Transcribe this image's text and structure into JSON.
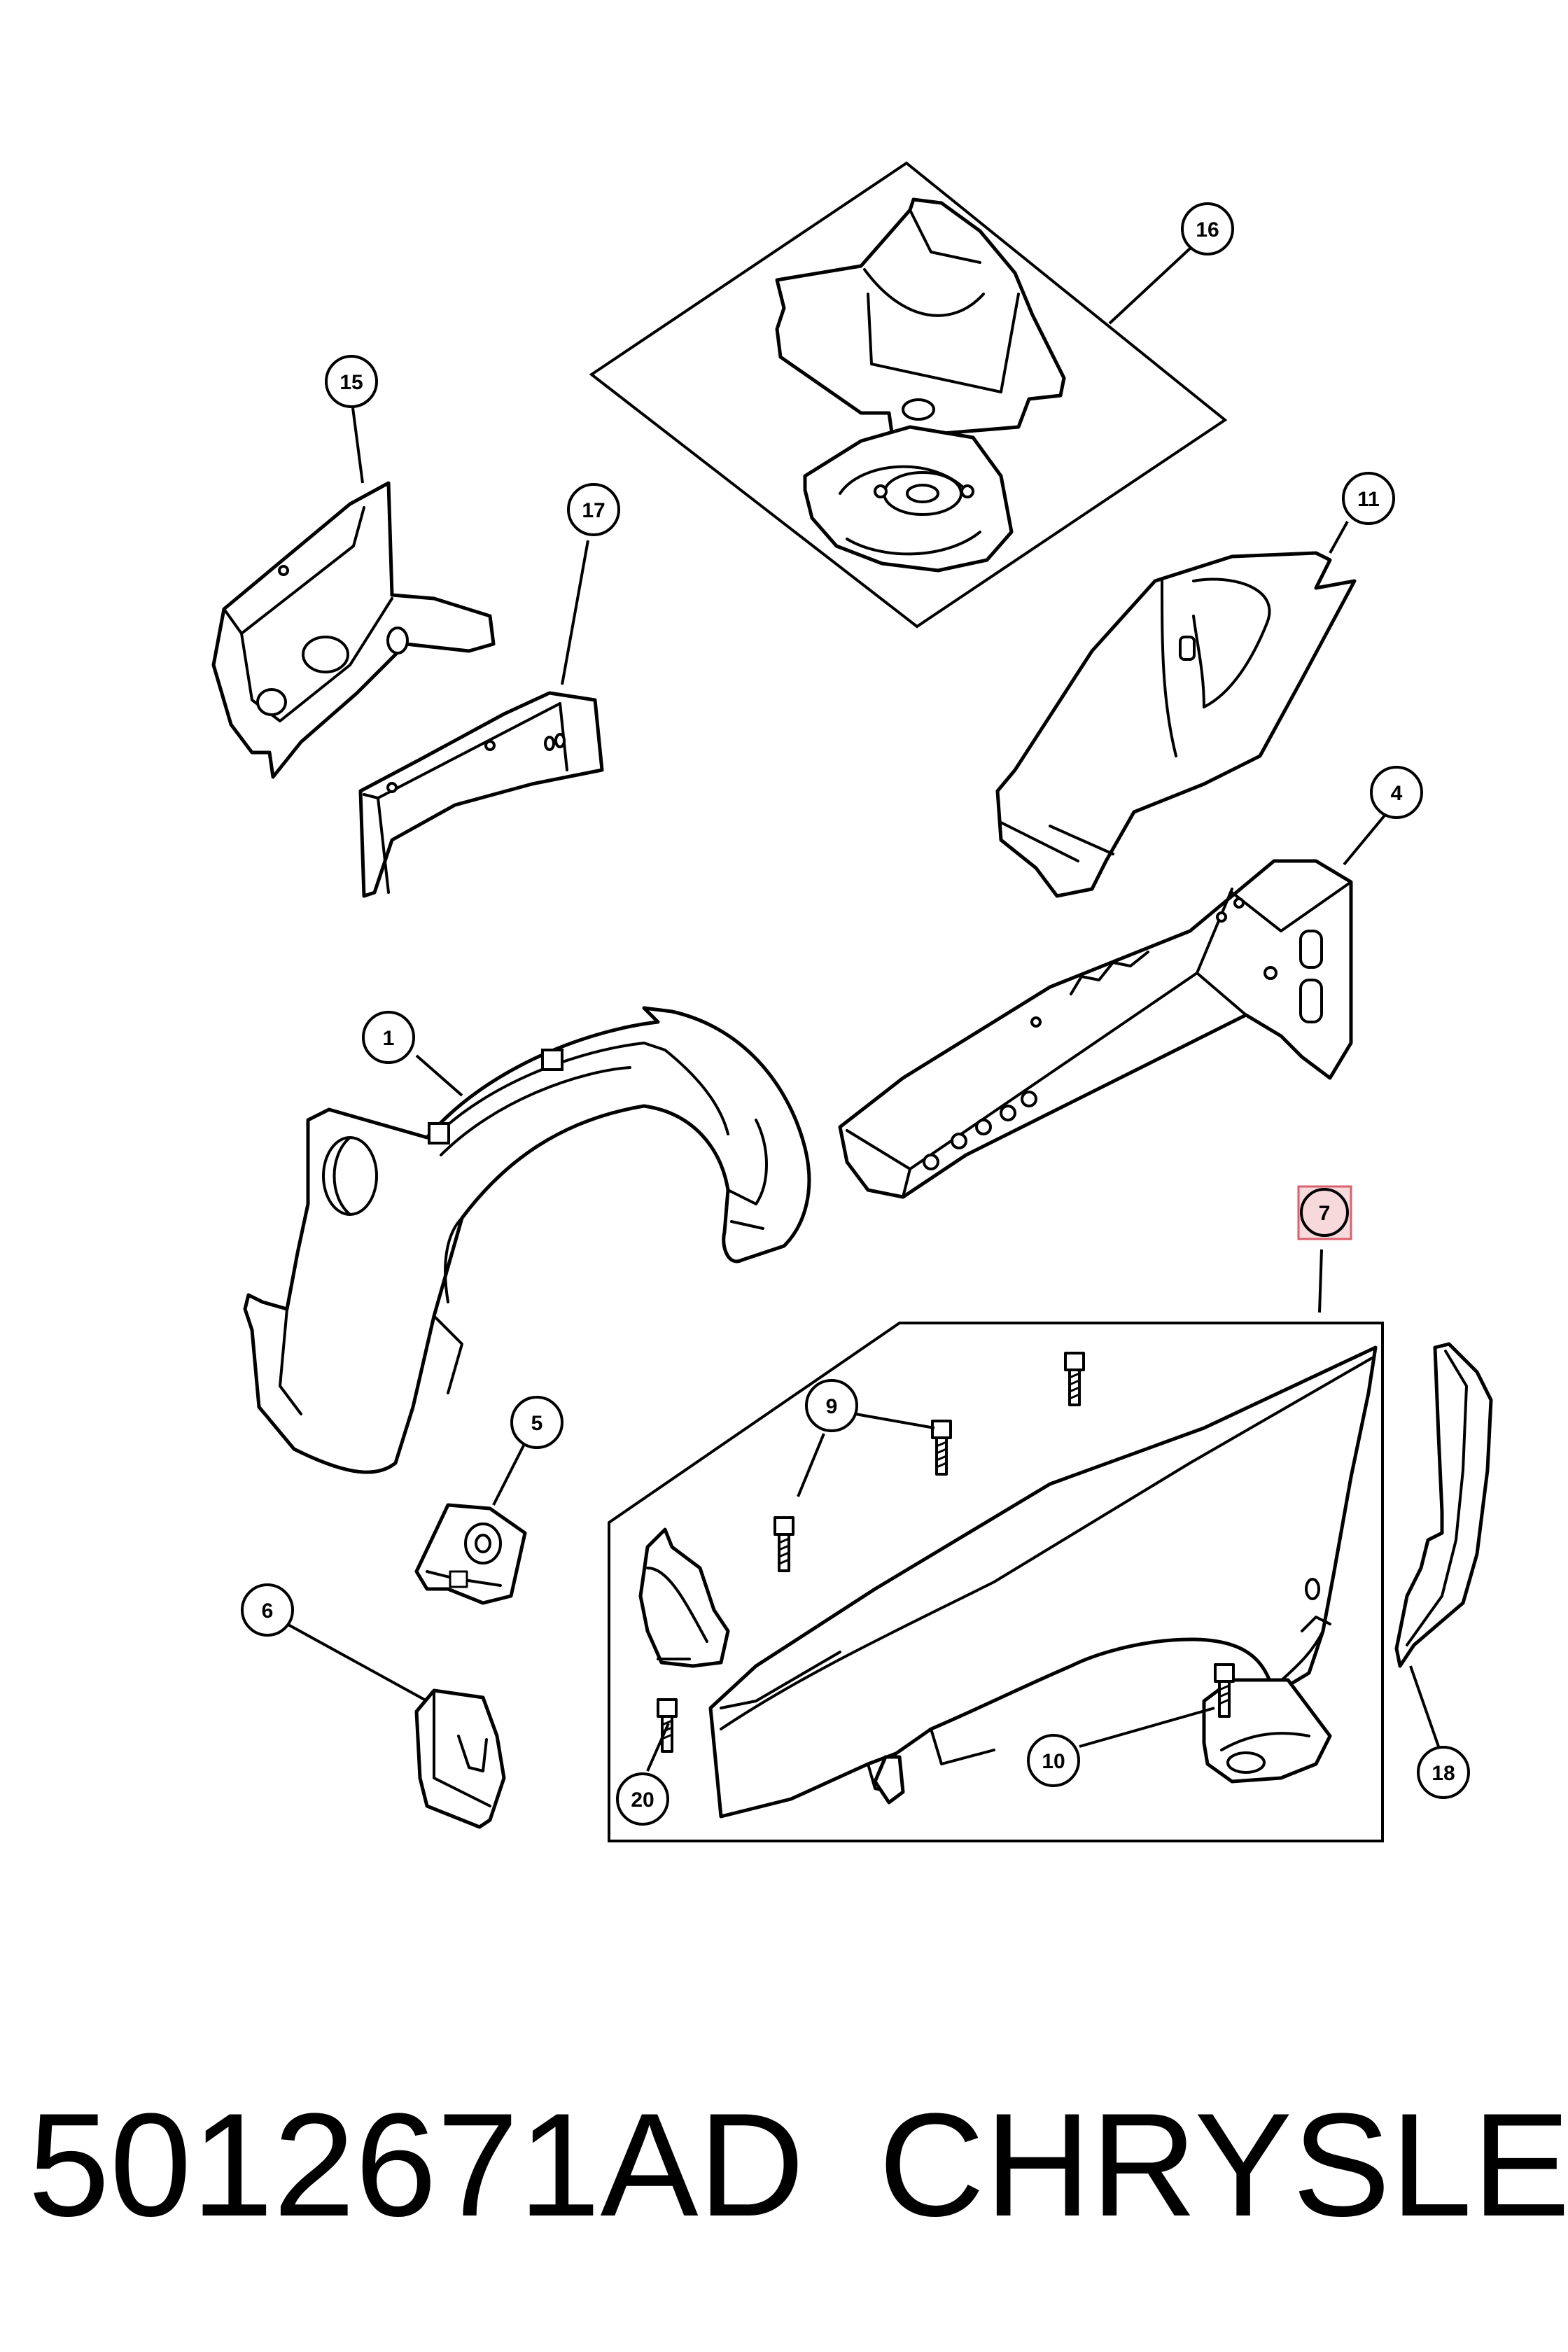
{
  "callouts": {
    "c1": "1",
    "c4": "4",
    "c5": "5",
    "c6": "6",
    "c7": "7",
    "c9": "9",
    "c10": "10",
    "c11": "11",
    "c15": "15",
    "c16": "16",
    "c17": "17",
    "c18": "18",
    "c20": "20"
  },
  "highlighted_callout": "7",
  "footer": {
    "part_number": "5012671AD",
    "brand": "CHRYSLER"
  },
  "colors": {
    "line": "#000000",
    "background": "#ffffff",
    "highlight_fill": "#f6d3d6",
    "highlight_stroke": "#d9606d"
  }
}
